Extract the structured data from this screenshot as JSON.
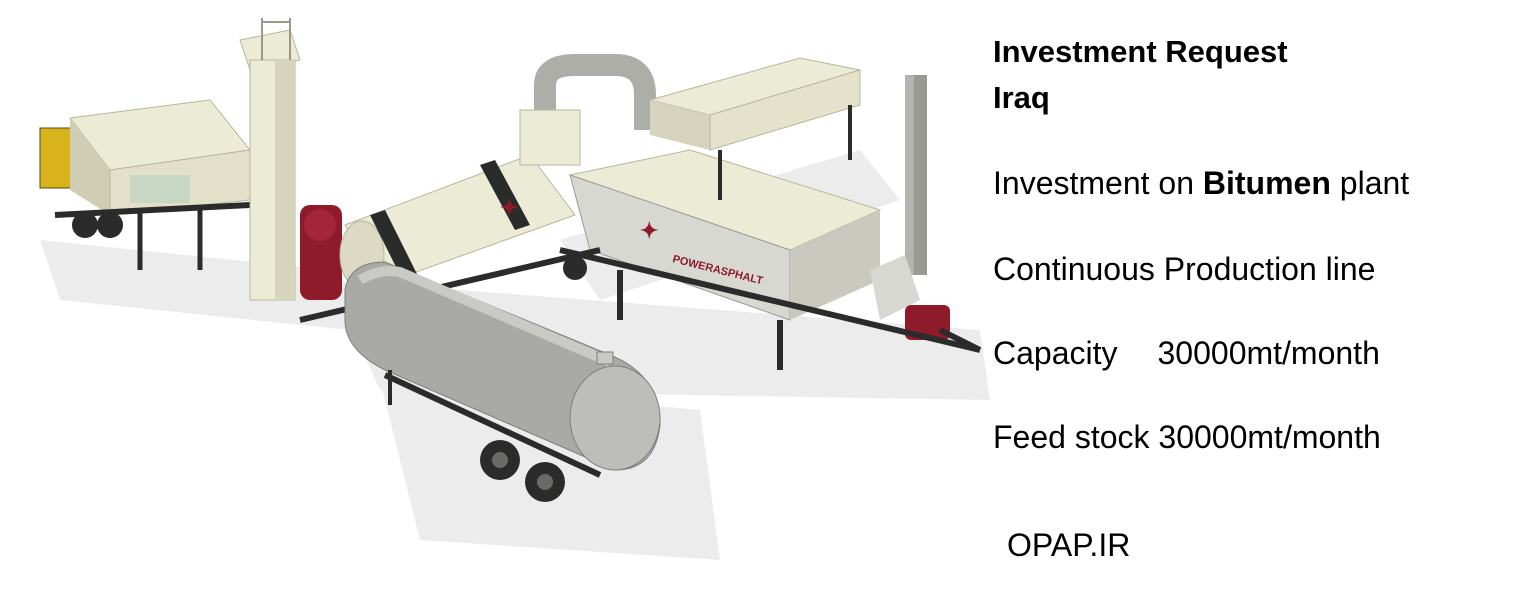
{
  "heading": {
    "line1": "Investment Request",
    "line2": "Iraq"
  },
  "details": {
    "investment_prefix": "Investment on ",
    "investment_bold": "Bitumen",
    "investment_suffix": " plant",
    "production": "Continuous Production line",
    "capacity_label": "Capacity",
    "capacity_value": "30000mt/month",
    "feed_stock": "Feed stock 30000mt/month"
  },
  "website": "OPAP.IR",
  "illustration": {
    "brand_text": "POWERASPHALT",
    "colors": {
      "cream": "#ecebd6",
      "cream_shadow": "#cfcdb3",
      "grey_panel": "#d8d8d2",
      "frame": "#2b2b2b",
      "tank": "#a9aaa6",
      "tank_light": "#c9cac6",
      "maroon": "#8e1a2a",
      "yellow": "#d9b31c",
      "shadow": "#e6e6e6"
    }
  }
}
